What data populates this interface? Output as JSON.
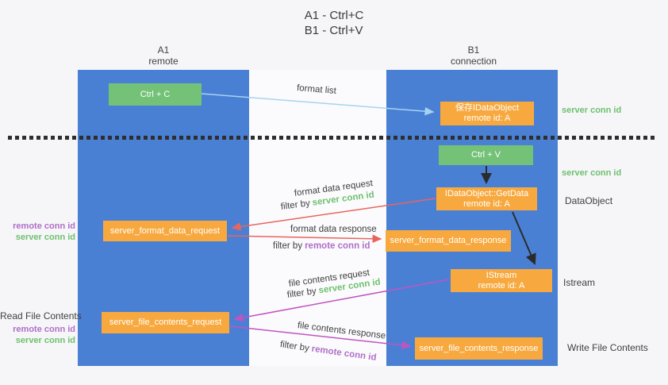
{
  "title": {
    "line1": "A1 - Ctrl+C",
    "line2": "B1 - Ctrl+V"
  },
  "lanes": {
    "left": {
      "title": "A1",
      "subtitle": "remote"
    },
    "right": {
      "title": "B1",
      "subtitle": "connection"
    }
  },
  "nodes": {
    "ctrl_c": {
      "label": "Ctrl + C"
    },
    "ctrl_v": {
      "label": "Ctrl + V"
    },
    "save_idataobject": {
      "line1": "保存IDataObject",
      "line2": "remote id: A"
    },
    "idataobject_getdata": {
      "line1": "IDataObject::GetData",
      "line2": "remote id: A"
    },
    "istream": {
      "line1": "IStream",
      "line2": "remote id: A"
    },
    "server_format_data_request": {
      "label": "server_format_data_request"
    },
    "server_format_data_response": {
      "label": "server_format_data_response"
    },
    "server_file_contents_request": {
      "label": "server_file_contents_request"
    },
    "server_file_contents_response": {
      "label": "server_file_contents_response"
    }
  },
  "arrow_labels": {
    "format_list": "format list",
    "format_data_request": "format data request",
    "format_data_response": "format data response",
    "file_contents_request": "file contents request",
    "file_contents_response": "file contents response",
    "filter_by": "filter by"
  },
  "side_labels": {
    "server_conn_id": "server conn id",
    "remote_conn_id": "remote conn id",
    "dataobject": "DataObject",
    "istream": "Istream",
    "read_file_contents": "Read File Contents",
    "write_file_contents": "Write File Contents"
  },
  "colors": {
    "lane_blue": "#4a80d4",
    "node_green": "#74c178",
    "node_orange": "#f7a93f",
    "arrow_red": "#e8655d",
    "arrow_magenta": "#c054c0",
    "arrow_lightblue": "#a6d2f2",
    "arrow_black": "#2b2b2b",
    "text_green": "#6ec06e",
    "text_purple": "#b06fc8"
  }
}
